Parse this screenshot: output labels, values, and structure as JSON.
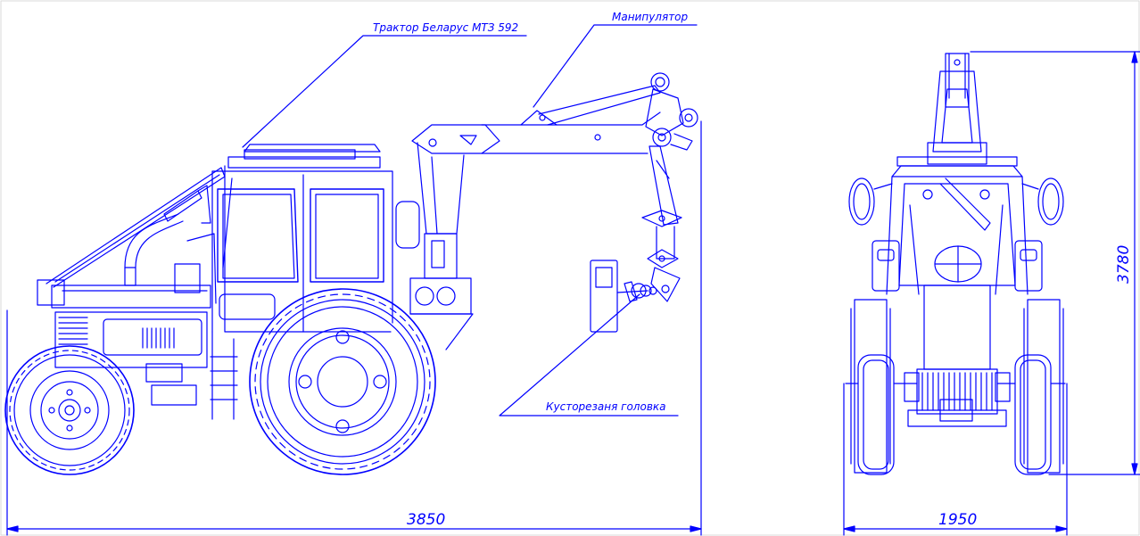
{
  "labels": {
    "tractor": "Трактор Беларус МТЗ 592",
    "manipulator": "Манипулятор",
    "cutter_head": "Кусторезаня головка"
  },
  "dimensions": {
    "side_length": "3850",
    "front_width": "1950",
    "height": "3780"
  },
  "colors": {
    "line": "#0000ff",
    "background": "#ffffff",
    "frame": "#d9d9d9"
  }
}
